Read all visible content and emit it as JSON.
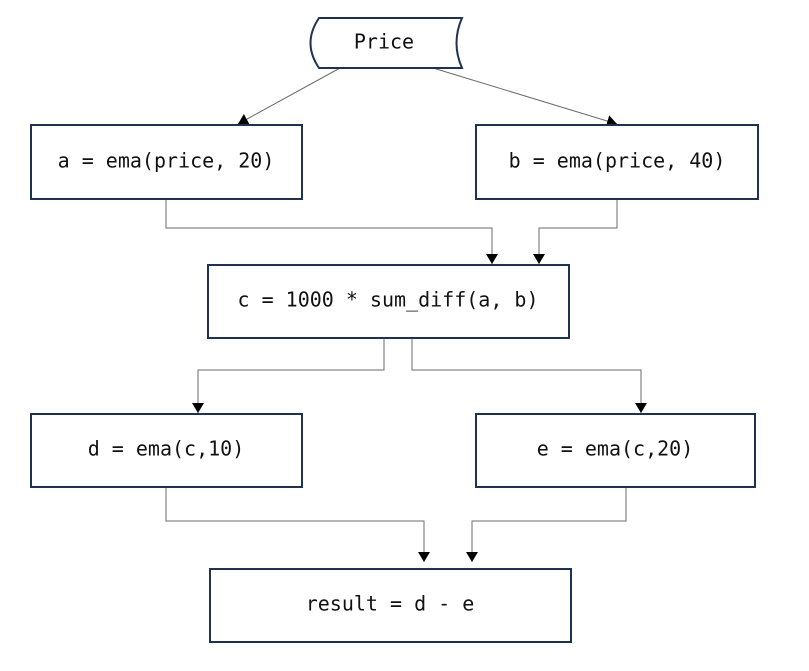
{
  "diagram": {
    "colors": {
      "border": "#1f3350",
      "connector": "#6b6b6b",
      "arrow": "#000000",
      "background": "#ffffff"
    },
    "nodes": {
      "price": "Price",
      "a": "a = ema(price, 20)",
      "b": "b = ema(price, 40)",
      "c": "c = 1000 * sum_diff(a, b)",
      "d": "d = ema(c,10)",
      "e": "e = ema(c,20)",
      "result": "result = d - e"
    }
  }
}
